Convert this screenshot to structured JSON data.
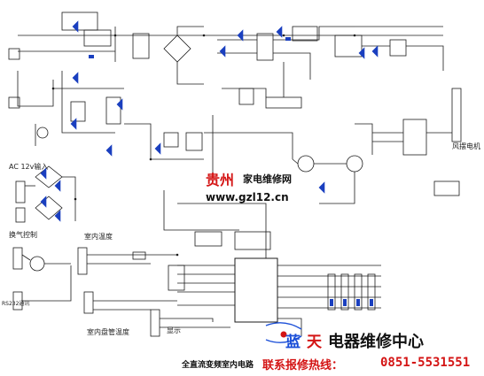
{
  "labels": {
    "ac_input": "AC 12v输入",
    "breathing_ctrl": "换气控制",
    "indoor_temp": "室内温度",
    "indoor_coil_temp": "室内盘管温度",
    "fan_motor": "风摆电机",
    "rs232": "RS232通讯",
    "display": "显示"
  },
  "watermark": {
    "region": "贵州",
    "site_name": "家电维修网",
    "url": "www.gzl12.cn"
  },
  "footer": {
    "center_name": "电器维修中心",
    "logo_char_1": "蓝",
    "logo_char_2": "天",
    "caption": "全直流变频室内电路",
    "hotline_label": "联系报修热线：",
    "hotline_number": "0851-5531551"
  },
  "colors": {
    "wire": "#1b1b1b",
    "component": "#1a3fbf",
    "watermark_red": "#d41414",
    "logo_blue": "#1b4fd8"
  }
}
